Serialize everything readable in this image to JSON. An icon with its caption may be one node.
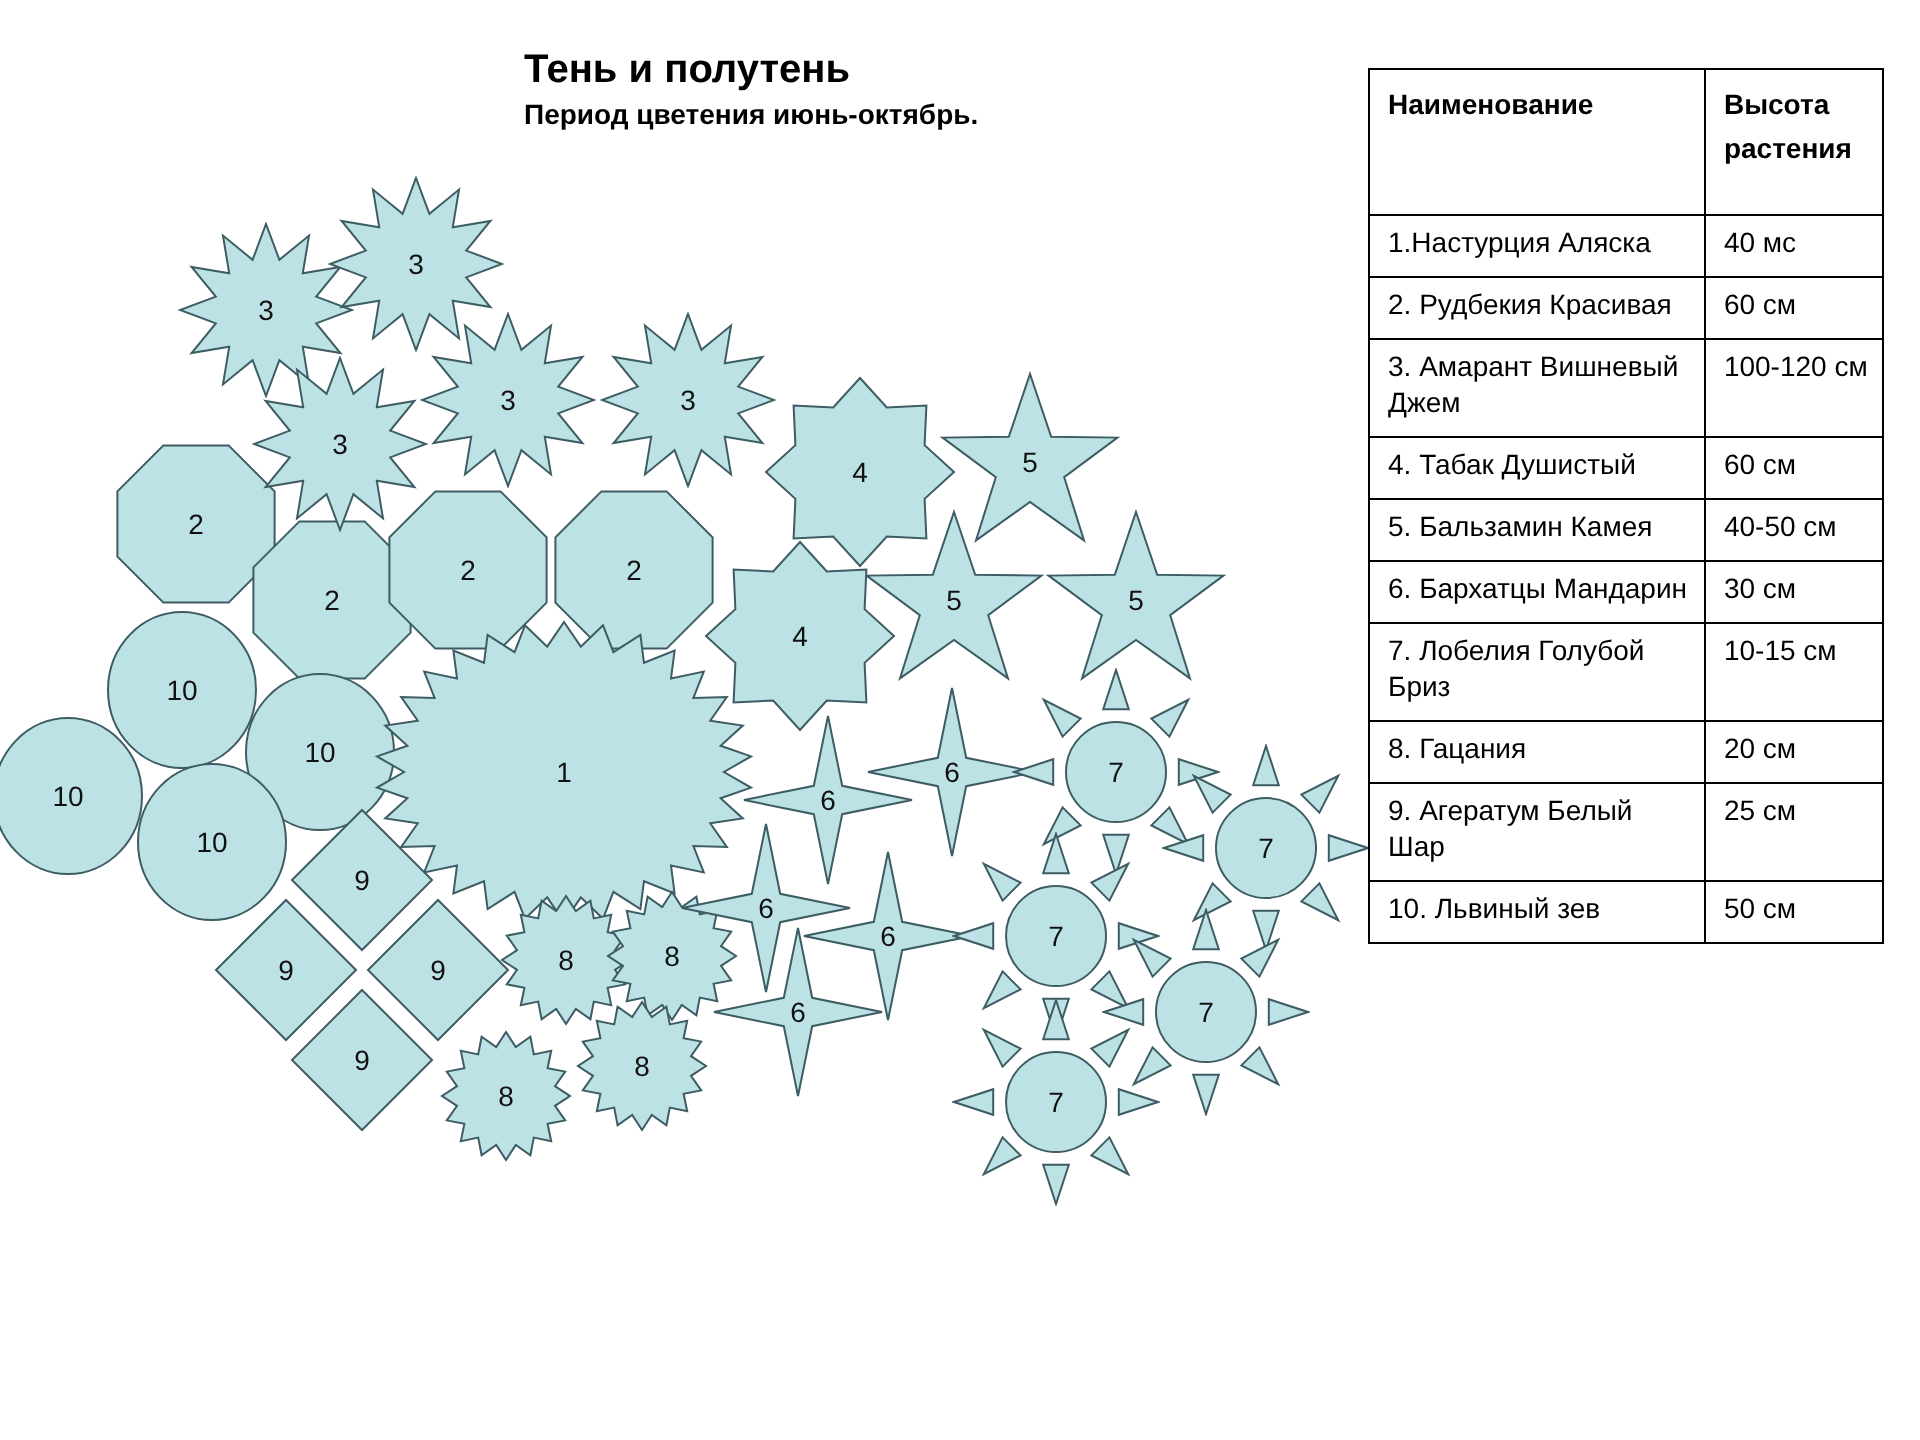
{
  "diagram": {
    "title": "Тень и полутень",
    "nodes": [
      {
        "text": [
          "3"
        ]
      },
      {
        "text": [
          "3"
        ]
      },
      {
        "text": [
          "3"
        ]
      },
      {
        "text": [
          "3"
        ]
      },
      {
        "text": [
          "3"
        ]
      },
      {
        "text": [
          "4"
        ]
      },
      {
        "text": [
          "5"
        ]
      },
      {
        "text": [
          "2"
        ]
      },
      {
        "text": [
          "2"
        ]
      },
      {
        "text": [
          "2"
        ]
      },
      {
        "text": [
          "2"
        ]
      },
      {
        "text": [
          "5"
        ]
      },
      {
        "text": [
          "5"
        ]
      },
      {
        "text": [
          "4"
        ]
      },
      {
        "text": [
          "10"
        ]
      },
      {
        "text": [
          "10"
        ]
      },
      {
        "text": [
          "1"
        ]
      },
      {
        "text": [
          "6"
        ]
      },
      {
        "text": [
          "6"
        ]
      },
      {
        "text": [
          "7"
        ]
      },
      {
        "text": [
          "10"
        ]
      },
      {
        "text": [
          "7"
        ]
      },
      {
        "text": [
          "10"
        ]
      },
      {
        "text": [
          "9"
        ]
      },
      {
        "text": [
          "9"
        ]
      },
      {
        "text": [
          "9"
        ]
      },
      {
        "text": [
          "8"
        ]
      },
      {
        "text": [
          "8"
        ]
      },
      {
        "text": [
          "6"
        ]
      },
      {
        "text": [
          "6"
        ]
      },
      {
        "text": [
          "7"
        ]
      },
      {
        "text": [
          "6"
        ]
      },
      {
        "text": [
          "7"
        ]
      },
      {
        "text": [
          "9"
        ]
      },
      {
        "text": [
          "8"
        ]
      },
      {
        "text": [
          "8"
        ]
      },
      {
        "text": [
          "7"
        ]
      }
    ],
    "labels": [
      "Период цветения июнь-октябрь.",
      "Наименование",
      "Высота растения",
      "1.Настурция Аляска",
      "40 мс",
      "2. Рудбекия Красивая",
      "60 см",
      "3. Амарант Вишневый Джем",
      "100-120 см",
      "4. Табак Душистый",
      "60 см",
      "5. Бальзамин Камея",
      "40-50 см",
      "6. Бархатцы Мандарин",
      "30 см",
      "7. Лобелия Голубой Бриз",
      "10-15 см",
      "8. Гацания",
      "20 см",
      "9. Агератум Белый Шар",
      "25 см",
      "10. Львиный зев",
      "50 см"
    ]
  }
}
